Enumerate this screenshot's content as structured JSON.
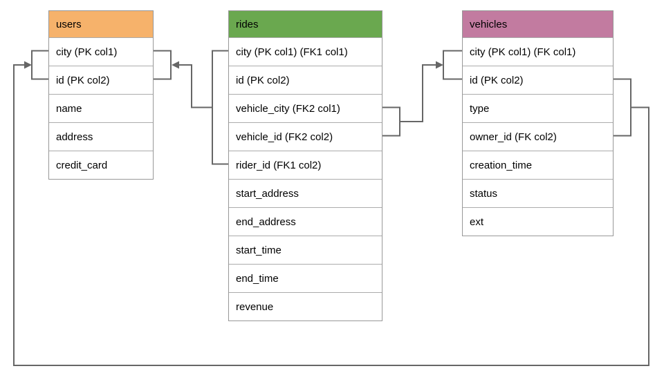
{
  "diagram": {
    "background_color": "#ffffff",
    "connector_color": "#666666",
    "tables": {
      "users": {
        "title": "users",
        "header_color": "#F6B26B",
        "rows": [
          "city (PK col1)",
          "id (PK col2)",
          "name",
          "address",
          "credit_card"
        ]
      },
      "rides": {
        "title": "rides",
        "header_color": "#6AA84F",
        "rows": [
          "city (PK col1) (FK1 col1)",
          "id (PK col2)",
          "vehicle_city (FK2 col1)",
          "vehicle_id (FK2 col2)",
          "rider_id (FK1 col2)",
          "start_address",
          "end_address",
          "start_time",
          "end_time",
          "revenue"
        ]
      },
      "vehicles": {
        "title": "vehicles",
        "header_color": "#C27BA0",
        "rows": [
          "city (PK col1) (FK col1)",
          "id (PK col2)",
          "type",
          "owner_id (FK col2)",
          "creation_time",
          "status",
          "ext"
        ]
      }
    },
    "relationships": [
      {
        "name": "rides-to-users",
        "from": "rides (city, rider_id)",
        "to": "users (city, id)",
        "arrow_points_to": "users"
      },
      {
        "name": "rides-to-vehicles",
        "from": "rides (vehicle_city, vehicle_id)",
        "to": "vehicles (city, id)",
        "arrow_points_to": "vehicles"
      },
      {
        "name": "vehicles-to-users",
        "from": "vehicles (id, owner_id)",
        "to": "users (city, id)",
        "arrow_points_to": "users"
      }
    ]
  }
}
